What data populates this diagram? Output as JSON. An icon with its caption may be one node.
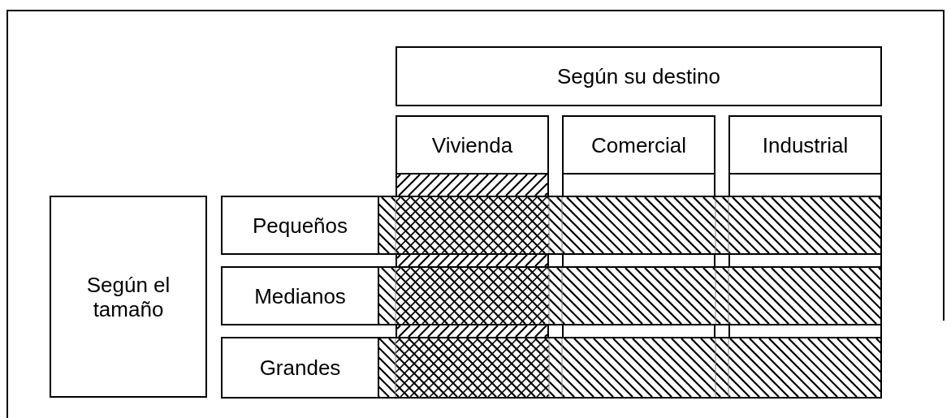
{
  "diagram": {
    "nodes": [
      {
        "text": [
          "Según su destino"
        ]
      },
      {
        "text": [
          "Vivienda"
        ]
      },
      {
        "text": [
          "Comercial"
        ]
      },
      {
        "text": [
          "Industrial"
        ]
      },
      {
        "text": [
          "Según el tamaño"
        ]
      },
      {
        "text": [
          "Pequeños"
        ]
      },
      {
        "text": [
          "Medianos"
        ]
      },
      {
        "text": [
          "Grandes"
        ]
      }
    ]
  }
}
